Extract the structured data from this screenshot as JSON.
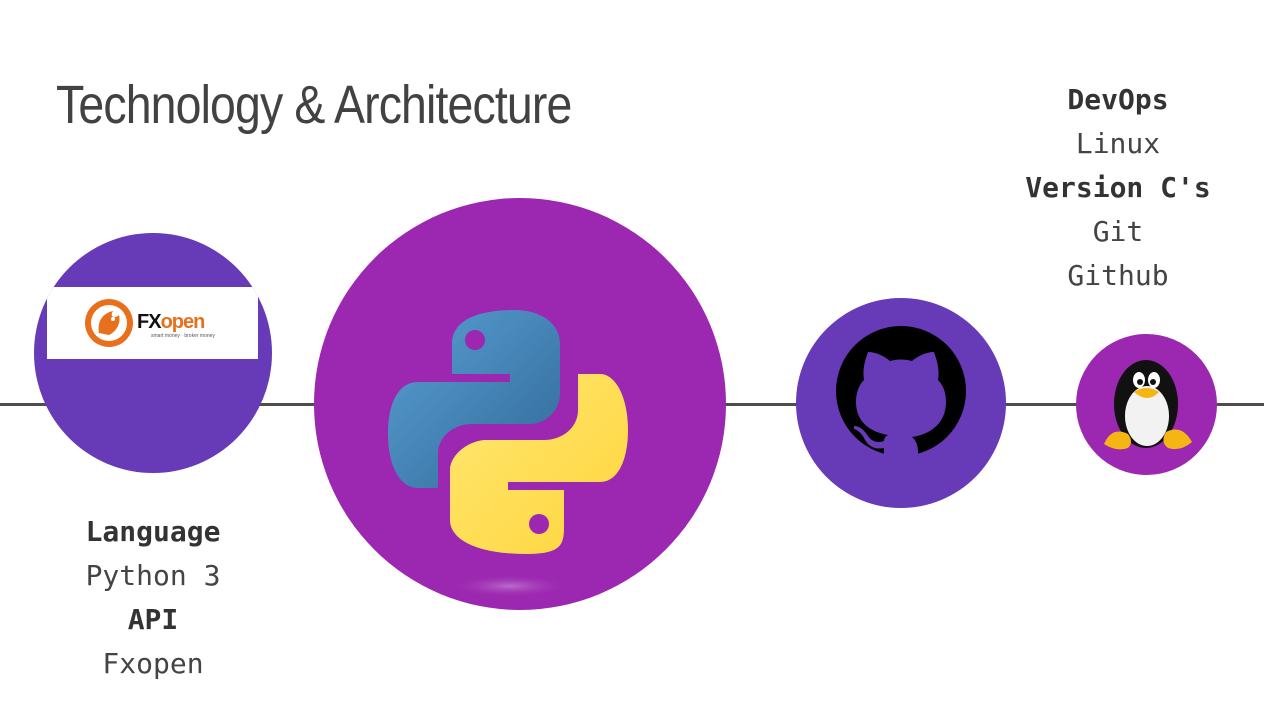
{
  "slide": {
    "title": "Technology & Architecture"
  },
  "left_info": {
    "language_heading": "Language",
    "language_value": "Python 3",
    "api_heading": "API",
    "api_value": "Fxopen"
  },
  "right_info": {
    "devops_heading": "DevOps",
    "devops_value": "Linux",
    "vcs_heading": "Version C's",
    "vcs_value_1": "Git",
    "vcs_value_2": "Github"
  },
  "logos": {
    "fxopen_prefix": "FX",
    "fxopen_suffix": "open",
    "fxopen_tagline": "smart money · broker money"
  },
  "colors": {
    "deep_purple": "#673ab7",
    "purple": "#9c27b0",
    "line": "#4d4d4d",
    "python_blue": "#3b77a8",
    "python_yellow": "#ffd845",
    "fxopen_orange": "#e8701d"
  },
  "icons": [
    "fxopen-logo",
    "python-logo",
    "github-icon",
    "tux-linux-icon"
  ]
}
